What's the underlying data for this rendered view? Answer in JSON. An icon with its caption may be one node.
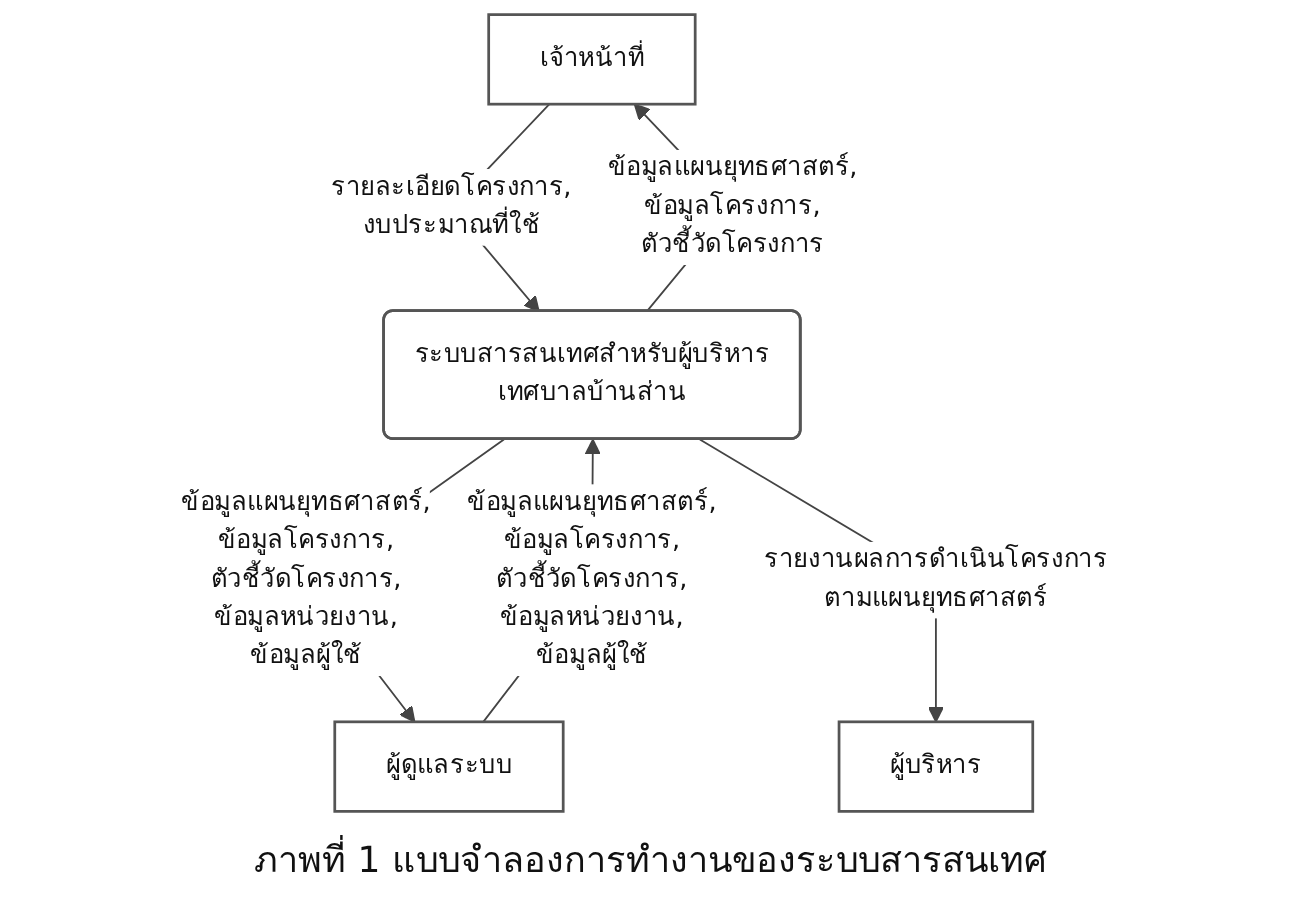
{
  "diagram": {
    "caption": "ภาพที่ 1 แบบจำลองการทำงานของระบบสารสนเทศ",
    "nodes": [
      {
        "text": [
          "ผู้ดูแลระบบ"
        ]
      },
      {
        "text": [
          "เจ้าหน้าที่"
        ]
      },
      {
        "text": [
          "ระบบสารสนเทศสำหรับผู้บริหารเทศบาลบ้านส่าน"
        ]
      },
      {
        "text": [
          "ผู้บริหาร"
        ]
      }
    ],
    "edges": [
      {
        "from": 0,
        "to": 2,
        "arrow": "to",
        "label": "ข้อมูลแผนยุทธศาสตร์, ข้อมูลโครงการ, ตัวชี้วัดโครงการ, ข้อมูลหน่วยงาน, ข้อมูลผู้ใช้"
      },
      {
        "from": 1,
        "to": 2,
        "arrow": "to",
        "label": "รายละเอียดโครงการ, งบประมาณที่ใช้"
      },
      {
        "from": 2,
        "to": 0,
        "arrow": "to",
        "label": "ข้อมูลแผนยุทธศาสตร์, ข้อมูลโครงการ, ตัวชี้วัดโครงการ, ข้อมูลหน่วยงาน, ข้อมูลผู้ใช้"
      },
      {
        "from": 2,
        "to": 1,
        "arrow": "to",
        "label": "ข้อมูลแผนยุทธศาสตร์, ข้อมูลโครงการ, ตัวชี้วัดโครงการ"
      },
      {
        "from": 2,
        "to": 3,
        "arrow": "to",
        "label": "รายงานผลการดำเนินโครงการตามแผนยุทธศาสตร์"
      }
    ]
  }
}
